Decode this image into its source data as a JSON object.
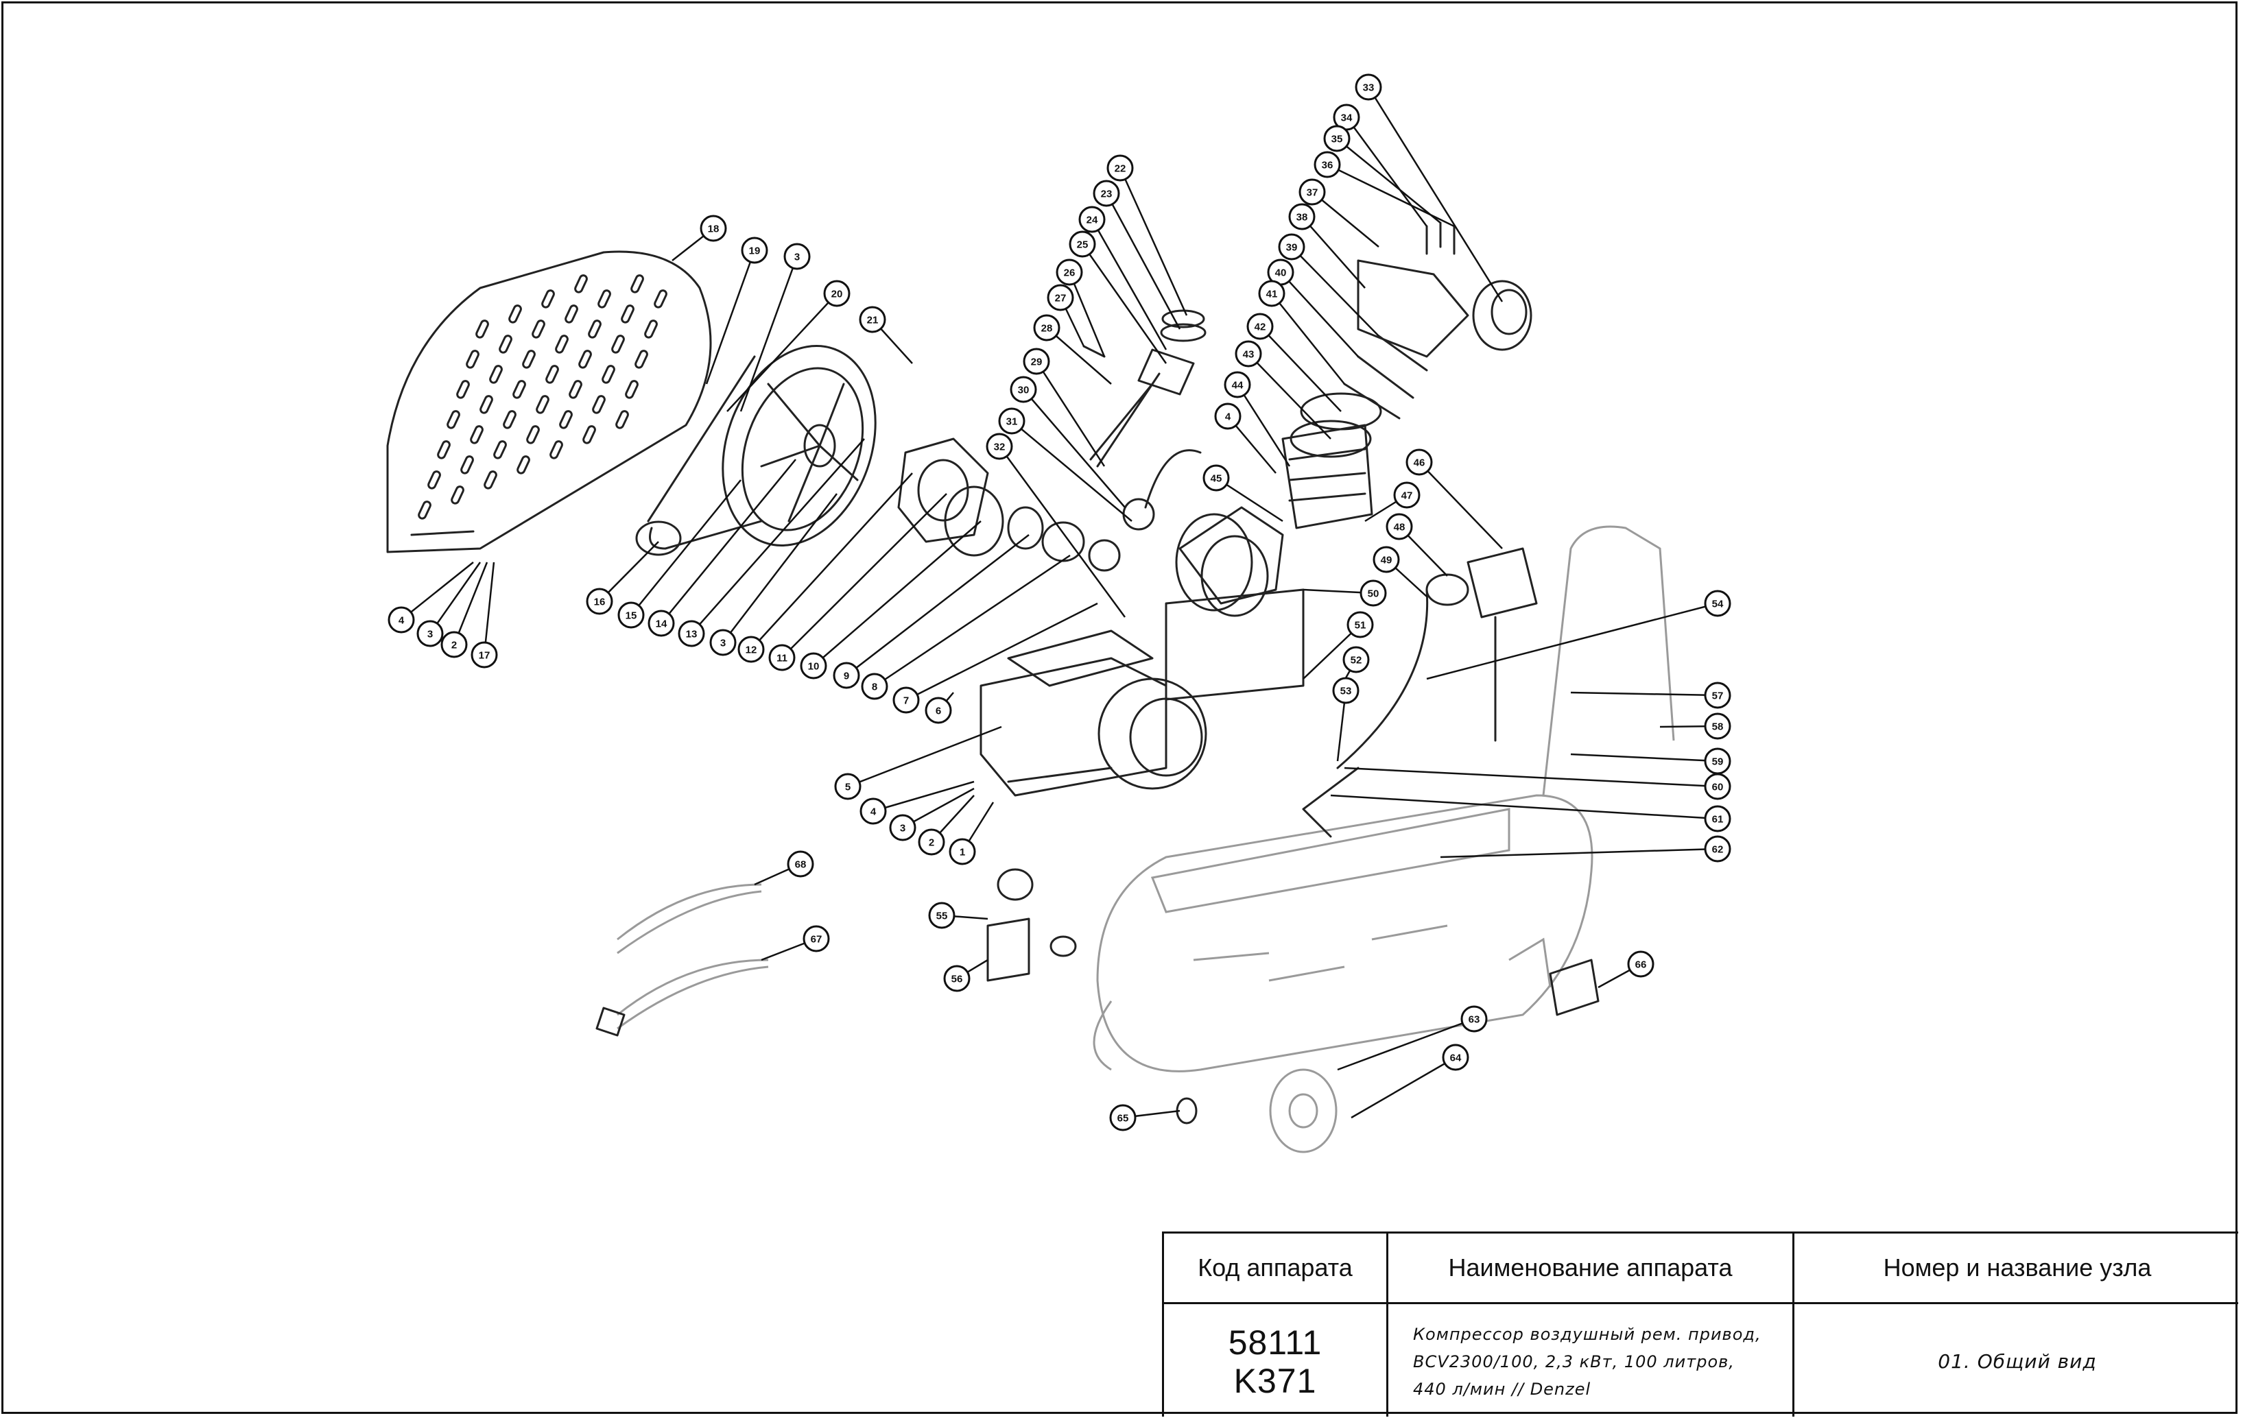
{
  "title_block": {
    "headers": {
      "code": "Код аппарата",
      "name": "Наименование аппарата",
      "node": "Номер и название узла"
    },
    "code_line1": "58111",
    "code_line2": "K371",
    "name_lines": [
      "Компрессор воздушный рем. привод,",
      "BCV2300/100, 2,3 кВт, 100 литров,",
      "440 л/мин // Denzel"
    ],
    "node": "01. Общий вид"
  },
  "callouts": [
    "1",
    "2",
    "3",
    "4",
    "5",
    "6",
    "7",
    "8",
    "9",
    "10",
    "11",
    "12",
    "13",
    "14",
    "15",
    "16",
    "17",
    "18",
    "19",
    "20",
    "21",
    "22",
    "23",
    "24",
    "25",
    "26",
    "27",
    "28",
    "29",
    "30",
    "31",
    "32",
    "33",
    "34",
    "35",
    "36",
    "37",
    "38",
    "39",
    "40",
    "41",
    "42",
    "43",
    "44",
    "45",
    "46",
    "47",
    "48",
    "49",
    "50",
    "51",
    "52",
    "53",
    "54",
    "55",
    "56",
    "57",
    "58",
    "59",
    "60",
    "61",
    "62",
    "63",
    "64",
    "65",
    "66",
    "67",
    "68"
  ],
  "extra_callouts": {
    "a": "3",
    "b": "3",
    "c": "4",
    "d": "3",
    "e": "2",
    "f": "4",
    "g": "3"
  }
}
